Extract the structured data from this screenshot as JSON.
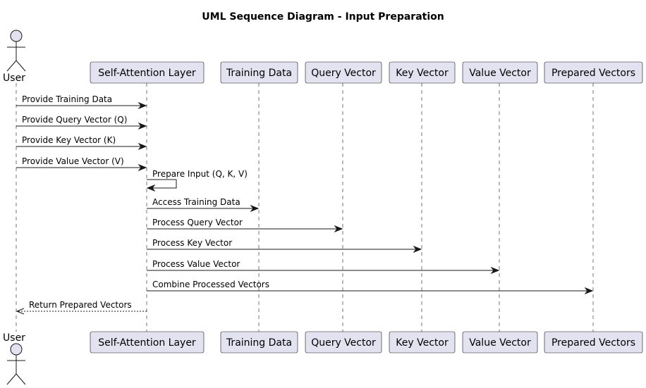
{
  "title": "UML Sequence Diagram - Input Preparation",
  "colors": {
    "participant_fill": "#E2E2F0",
    "participant_border": "#181818",
    "lifeline": "#181818",
    "arrow": "#181818"
  },
  "participants": [
    {
      "id": "user",
      "label": "User",
      "kind": "actor"
    },
    {
      "id": "sal",
      "label": "Self-Attention Layer",
      "kind": "box"
    },
    {
      "id": "td",
      "label": "Training Data",
      "kind": "box"
    },
    {
      "id": "qv",
      "label": "Query Vector",
      "kind": "box"
    },
    {
      "id": "kv",
      "label": "Key Vector",
      "kind": "box"
    },
    {
      "id": "vv",
      "label": "Value Vector",
      "kind": "box"
    },
    {
      "id": "pv",
      "label": "Prepared Vectors",
      "kind": "box"
    }
  ],
  "messages": [
    {
      "from": "user",
      "to": "sal",
      "label": "Provide Training Data",
      "style": "solid"
    },
    {
      "from": "user",
      "to": "sal",
      "label": "Provide Query Vector (Q)",
      "style": "solid"
    },
    {
      "from": "user",
      "to": "sal",
      "label": "Provide Key Vector (K)",
      "style": "solid"
    },
    {
      "from": "user",
      "to": "sal",
      "label": "Provide Value Vector (V)",
      "style": "solid"
    },
    {
      "from": "sal",
      "to": "sal",
      "label": "Prepare Input (Q, K, V)",
      "style": "solid"
    },
    {
      "from": "sal",
      "to": "td",
      "label": "Access Training Data",
      "style": "solid"
    },
    {
      "from": "sal",
      "to": "qv",
      "label": "Process Query Vector",
      "style": "solid"
    },
    {
      "from": "sal",
      "to": "kv",
      "label": "Process Key Vector",
      "style": "solid"
    },
    {
      "from": "sal",
      "to": "vv",
      "label": "Process Value Vector",
      "style": "solid"
    },
    {
      "from": "sal",
      "to": "pv",
      "label": "Combine Processed Vectors",
      "style": "solid"
    },
    {
      "from": "sal",
      "to": "user",
      "label": "Return Prepared Vectors",
      "style": "dashed"
    }
  ]
}
